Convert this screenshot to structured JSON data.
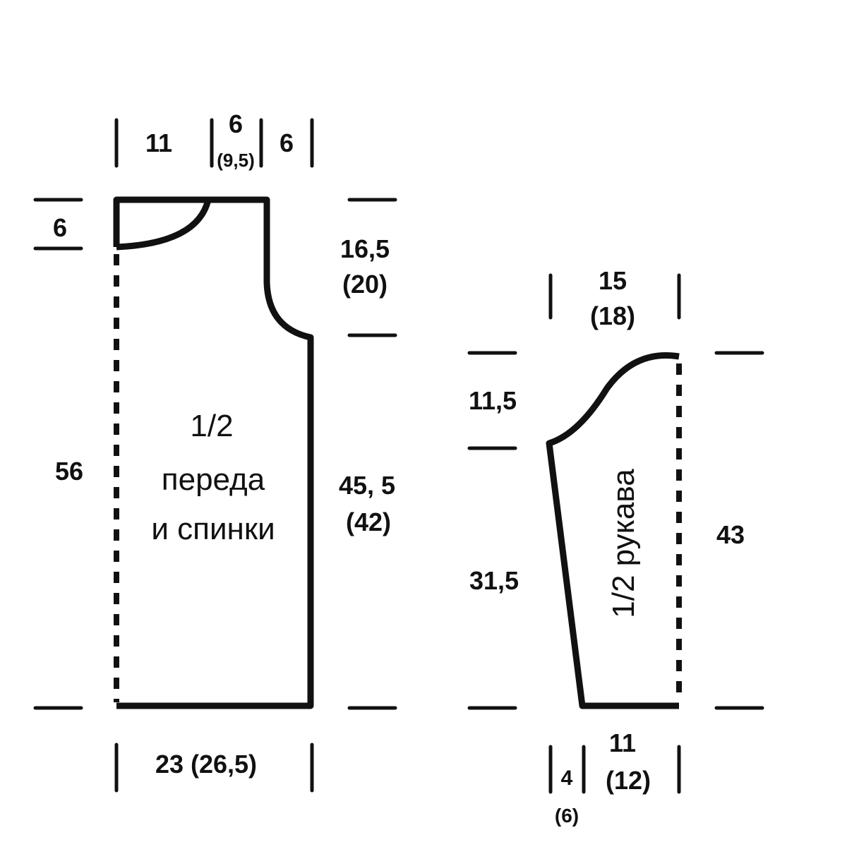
{
  "front_back": {
    "label_line1": "1/2",
    "label_line2": "переда",
    "label_line3": "и спинки",
    "dims": {
      "shoulder": "11",
      "neck_width": "6",
      "neck_width_alt": "(9,5)",
      "top_right": "6",
      "neck_depth": "6",
      "armhole": "16,5",
      "armhole_alt": "(20)",
      "side": "45, 5",
      "side_alt": "(42)",
      "total_length": "56",
      "width": "23 (26,5)"
    }
  },
  "sleeve": {
    "label": "1/2 рукава",
    "dims": {
      "top": "15",
      "top_alt": "(18)",
      "cap": "11,5",
      "lower": "31,5",
      "length": "43",
      "cuff_offset": "4",
      "cuff_offset_alt": "(6)",
      "cuff": "11",
      "cuff_alt": "(12)"
    }
  }
}
